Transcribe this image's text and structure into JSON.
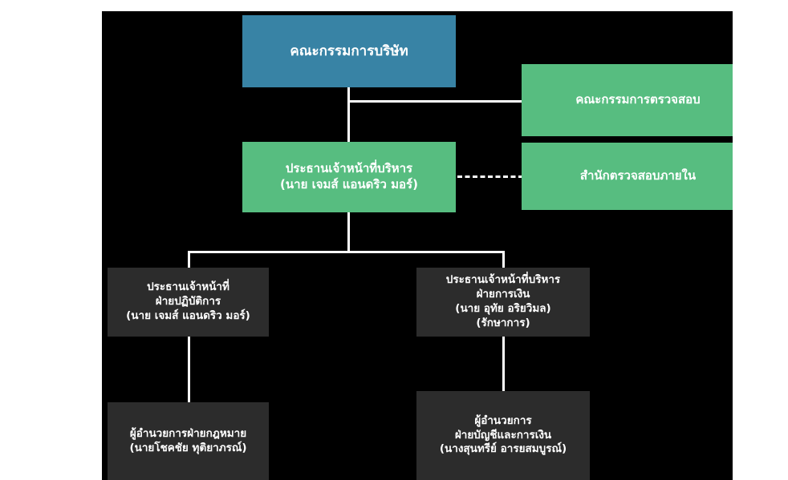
{
  "chart": {
    "type": "org-chart",
    "title": "",
    "canvas": {
      "background_color": "#000000",
      "line_color": "#ffffff"
    },
    "colors": {
      "board": "#3883a5",
      "committee": "#57bd80",
      "executive": "#57bd80",
      "department": "#2c2c2c",
      "text": "#ffffff"
    },
    "nodes": [
      {
        "id": "board-of-directors",
        "label": "คณะกรรมการบริษัท",
        "level": 1,
        "color": "#3883a5"
      },
      {
        "id": "audit-committee",
        "label": "คณะกรรมการตรวจสอบ",
        "level": 2,
        "color": "#57bd80"
      },
      {
        "id": "chief-executive-officer",
        "label": "ประธานเจ้าหน้าที่บริหาร\n(นาย เจมส์ แอนดริว มอร์)",
        "level": 2,
        "color": "#57bd80"
      },
      {
        "id": "internal-audit-office",
        "label": "สำนักตรวจสอบภายใน",
        "level": 2,
        "color": "#57bd80"
      },
      {
        "id": "chief-operating-officer",
        "label": "ประธานเจ้าหน้าที่\nฝ่ายปฏิบัติการ\n(นาย เจมส์ แอนดริว มอร์)",
        "level": 3,
        "color": "#2c2c2c"
      },
      {
        "id": "chief-financial-officer",
        "label": "ประธานเจ้าหน้าที่บริหาร\nฝ่ายการเงิน\n(นาย อุทัย อริยวิมล)\n(รักษาการ)",
        "level": 3,
        "color": "#2c2c2c"
      },
      {
        "id": "legal-director",
        "label": "ผู้อำนวยการฝ่ายกฎหมาย\n(นายโชคชัย ทุติยาภรณ์)",
        "level": 4,
        "color": "#2c2c2c"
      },
      {
        "id": "accounting-finance-director",
        "label": "ผู้อำนวยการ\nฝ่ายบัญชีและการเงิน\n(นางสุนทรีย์ อารยสมบูรณ์)",
        "level": 4,
        "color": "#2c2c2c"
      }
    ],
    "edges": [
      {
        "from": "board-of-directors",
        "to": "audit-committee",
        "style": "solid"
      },
      {
        "from": "board-of-directors",
        "to": "chief-executive-officer",
        "style": "solid"
      },
      {
        "from": "chief-executive-officer",
        "to": "internal-audit-office",
        "style": "dashed"
      },
      {
        "from": "chief-executive-officer",
        "to": "chief-operating-officer",
        "style": "solid"
      },
      {
        "from": "chief-executive-officer",
        "to": "chief-financial-officer",
        "style": "solid"
      },
      {
        "from": "chief-operating-officer",
        "to": "legal-director",
        "style": "solid"
      },
      {
        "from": "chief-financial-officer",
        "to": "accounting-finance-director",
        "style": "solid"
      }
    ]
  }
}
